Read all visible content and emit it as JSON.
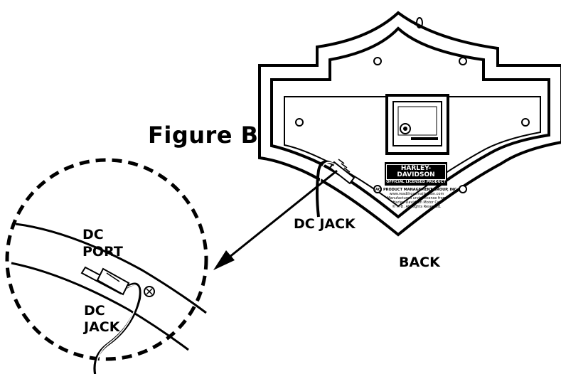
{
  "figure_title": "Figure B",
  "labels": {
    "back": "BACK",
    "dc_jack_main": "DC JACK",
    "dc_port_line1": "DC",
    "dc_port_line2": "PORT",
    "dc_jack_zoom_line1": "DC",
    "dc_jack_zoom_line2": "JACK"
  },
  "brand": {
    "name": "HARLEY-DAVIDSON",
    "tagline": "OFFICIAL LICENSED PRODUCT"
  },
  "fine_print": [
    "ACI PRODUCT MANAGEMENT GROUP, INC.",
    "www.readthosemailsation.com",
    "Manufactured under license from",
    "Harley-Davidson Motor Co.",
    "© H-D. All Rights Reserved."
  ],
  "colors": {
    "line": "#000000",
    "background": "#ffffff"
  }
}
